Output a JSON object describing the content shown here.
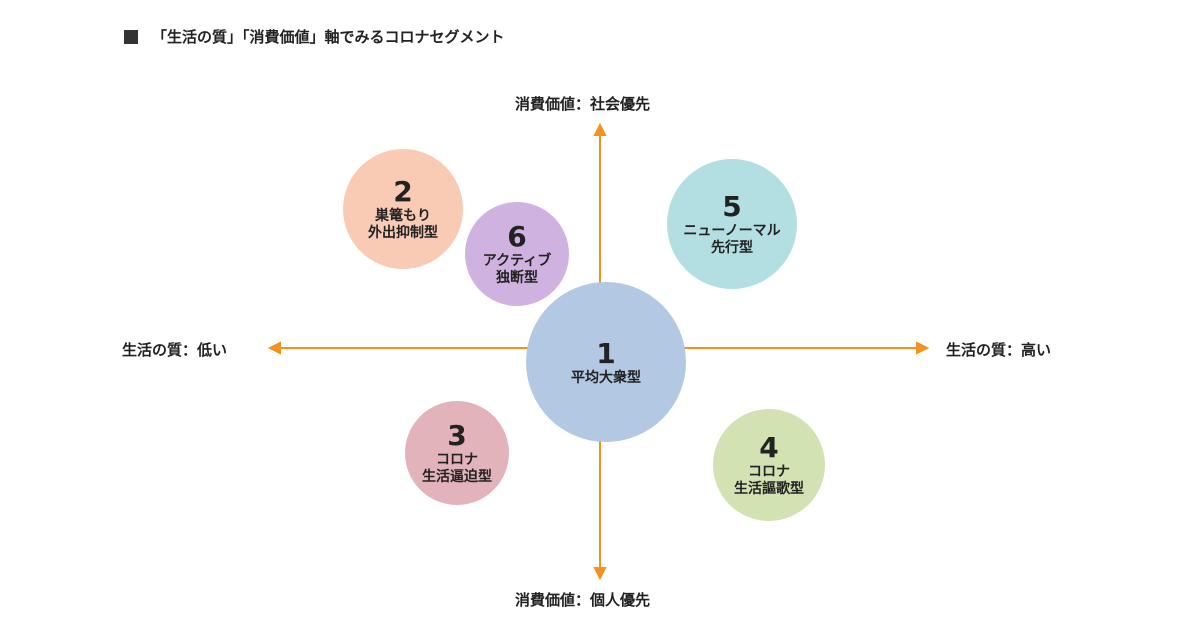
{
  "title": "「生活の質」「消費価値」軸でみるコロナセグメント",
  "axes": {
    "top": "消費価値：社会優先",
    "bottom": "消費価値：個人優先",
    "left": "生活の質：低い",
    "right": "生活の質：高い",
    "color": "#f5921e"
  },
  "segments": [
    {
      "num": "1",
      "name": "平均大衆型",
      "color": "#b2c8e3"
    },
    {
      "num": "2",
      "name": "巣篭もり\n外出抑制型",
      "color": "#f9cbb5"
    },
    {
      "num": "3",
      "name": "コロナ\n生活逼迫型",
      "color": "#e2b3ba"
    },
    {
      "num": "4",
      "name": "コロナ\n生活謳歌型",
      "color": "#d2e2b3"
    },
    {
      "num": "5",
      "name": "ニューノーマル\n先行型",
      "color": "#b3dfe3"
    },
    {
      "num": "6",
      "name": "アクティブ\n独断型",
      "color": "#cfb2df"
    }
  ]
}
